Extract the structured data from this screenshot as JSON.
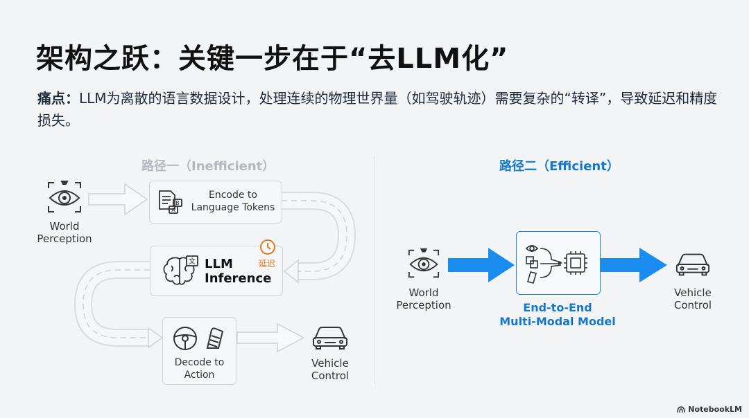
{
  "title": "架构之跃：关键一步在于“去LLM化”",
  "pain_point": {
    "label": "痛点：",
    "text": "LLM为离散的语言数据设计，处理连续的物理世界量（如驾驶轨迹）需要复杂的“转译”，导致延迟和精度损失。"
  },
  "path1": {
    "label": "路径一（Inefficient）",
    "world_perception": "World\nPerception",
    "encode": "Encode to\nLanguage Tokens",
    "llm_inference": "LLM\nInference",
    "latency_badge": "延迟",
    "decode": "Decode to\nAction",
    "vehicle_control": "Vehicle\nControl"
  },
  "path2": {
    "label": "路径二（Efficient）",
    "world_perception": "World\nPerception",
    "model": "End-to-End\nMulti-Modal Model",
    "vehicle_control": "Vehicle\nControl"
  },
  "footer": "NotebookLM",
  "colors": {
    "accent_blue": "#1478cc",
    "arrow_blue": "#1a8cf0",
    "latency_orange": "#e07b1a",
    "muted": "#b5b9be"
  }
}
